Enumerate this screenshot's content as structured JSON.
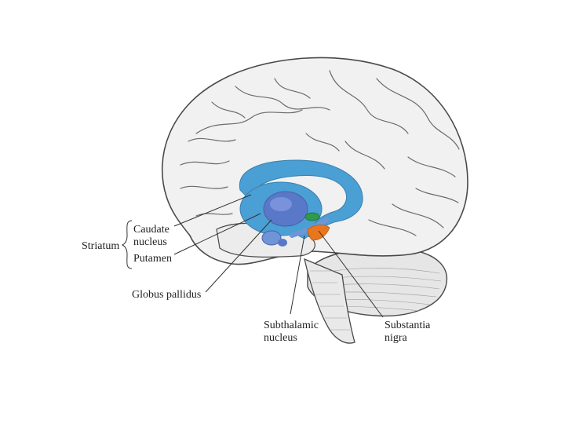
{
  "labels": {
    "striatum": "Striatum",
    "caudate_line1": "Caudate",
    "caudate_line2": "nucleus",
    "putamen": "Putamen",
    "globus_pallidus": "Globus pallidus",
    "subthalamic_line1": "Subthalamic",
    "subthalamic_line2": "nucleus",
    "substantia_line1": "Substantia",
    "substantia_line2": "nigra"
  },
  "colors": {
    "brain_fill": "#f1f1f1",
    "brain_outline": "#4a4a4a",
    "caudate": "#4a9fd4",
    "putamen": "#5a78c8",
    "globus_pallidus": "#6f95d6",
    "subthalamic": "#2e9a4a",
    "substantia_nigra": "#e8761f",
    "label_text": "#222222"
  }
}
